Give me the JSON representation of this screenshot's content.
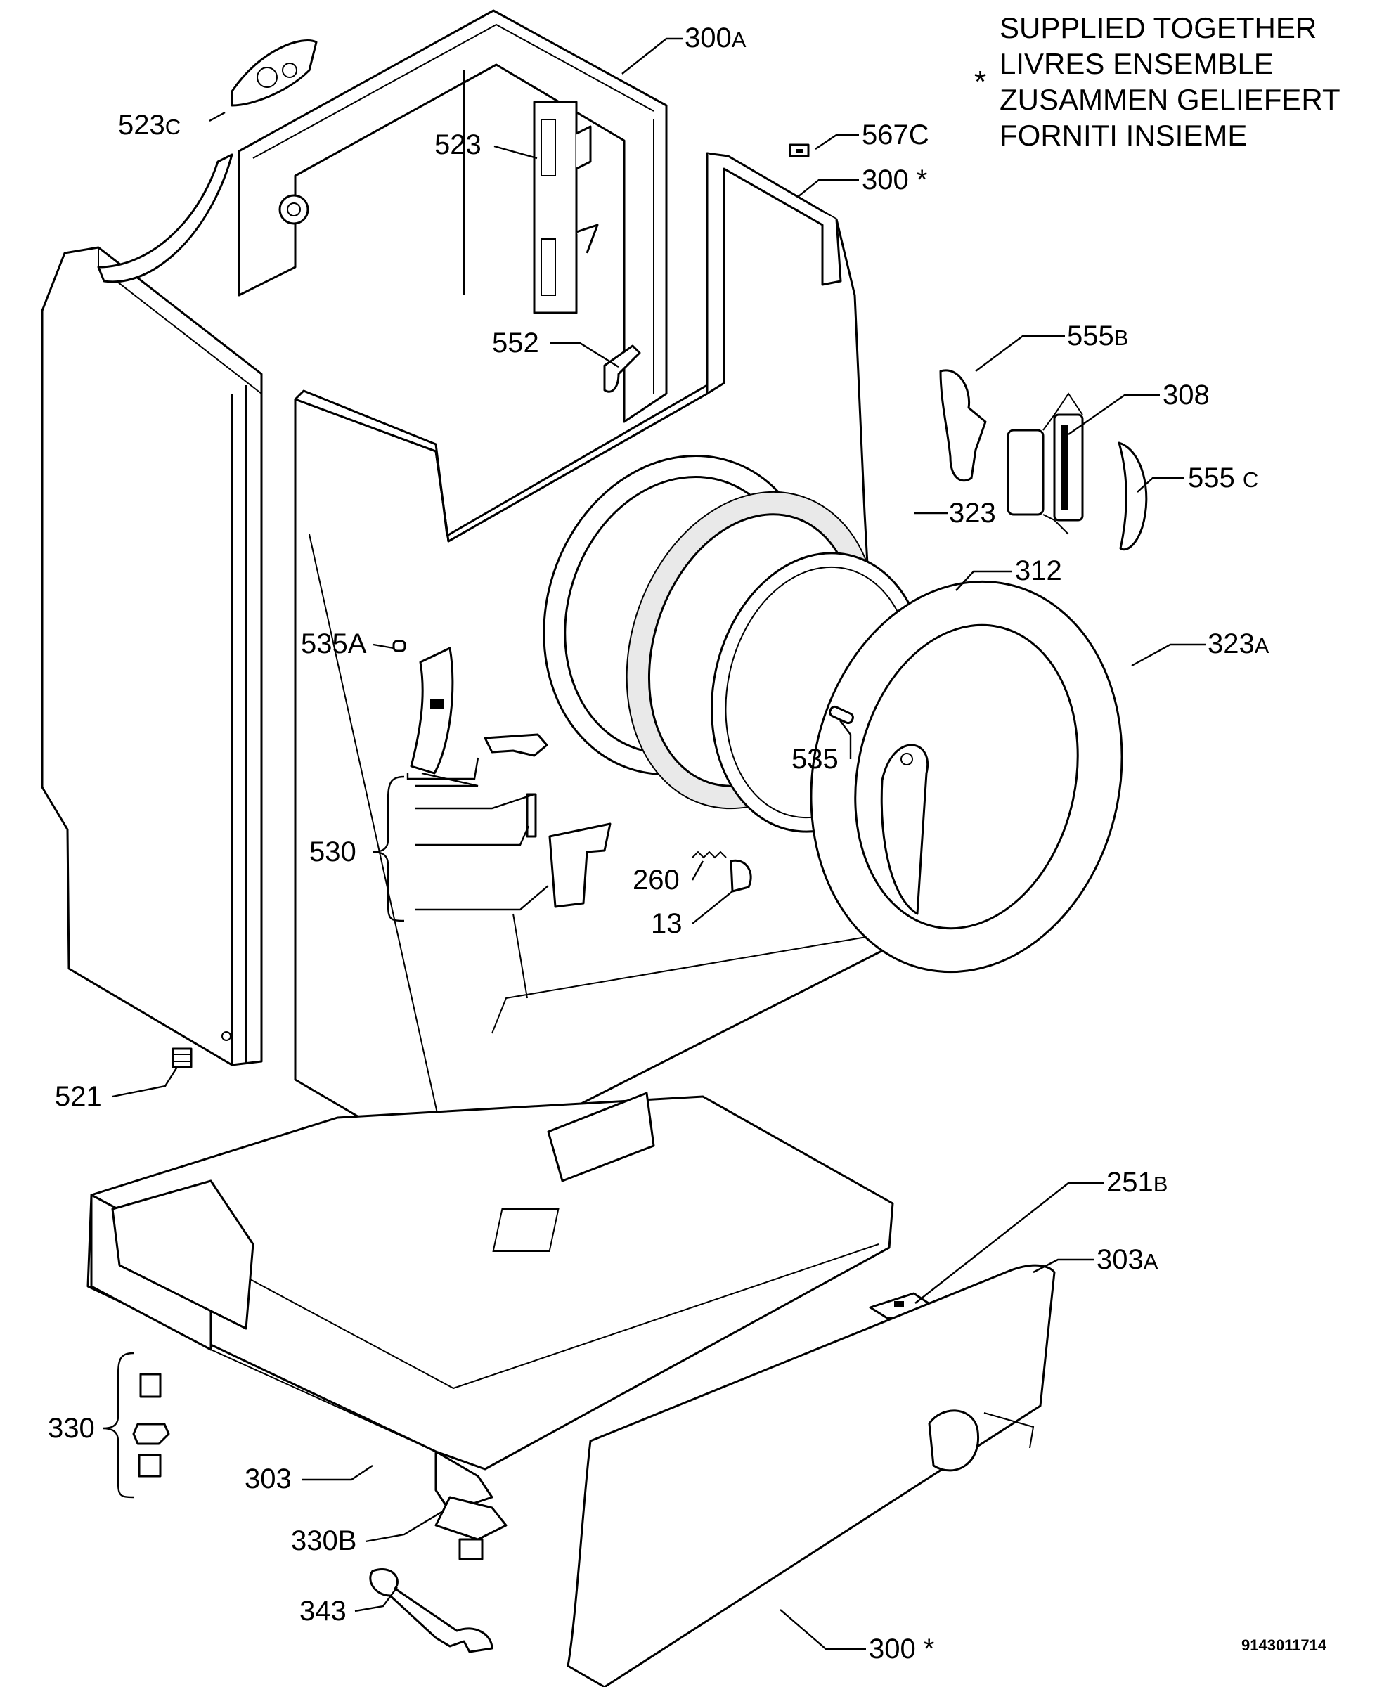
{
  "note": {
    "marker": "*",
    "lines": [
      "SUPPLIED TOGETHER",
      "LIVRES ENSEMBLE",
      "ZUSAMMEN GELIEFERT",
      "FORNITI INSIEME"
    ]
  },
  "callouts": [
    {
      "id": "523c",
      "num": "523",
      "suffix": "C"
    },
    {
      "id": "523",
      "num": "523",
      "suffix": ""
    },
    {
      "id": "300a",
      "num": "300",
      "suffix": "A"
    },
    {
      "id": "567c",
      "num": "567C",
      "suffix": ""
    },
    {
      "id": "300s1",
      "num": "300",
      "suffix": "*"
    },
    {
      "id": "552",
      "num": "552",
      "suffix": ""
    },
    {
      "id": "555b",
      "num": "555",
      "suffix": "B"
    },
    {
      "id": "308",
      "num": "308",
      "suffix": ""
    },
    {
      "id": "555c",
      "num": "555",
      "suffix": "C"
    },
    {
      "id": "323",
      "num": "323",
      "suffix": ""
    },
    {
      "id": "312",
      "num": "312",
      "suffix": ""
    },
    {
      "id": "323a",
      "num": "323",
      "suffix": "A"
    },
    {
      "id": "535a",
      "num": "535A",
      "suffix": ""
    },
    {
      "id": "535",
      "num": "535",
      "suffix": ""
    },
    {
      "id": "530",
      "num": "530",
      "suffix": ""
    },
    {
      "id": "260",
      "num": "260",
      "suffix": ""
    },
    {
      "id": "13",
      "num": "13",
      "suffix": ""
    },
    {
      "id": "521",
      "num": "521",
      "suffix": ""
    },
    {
      "id": "251b",
      "num": "251",
      "suffix": "B"
    },
    {
      "id": "303a",
      "num": "303",
      "suffix": "A"
    },
    {
      "id": "330",
      "num": "330",
      "suffix": ""
    },
    {
      "id": "303",
      "num": "303",
      "suffix": ""
    },
    {
      "id": "330b",
      "num": "330B",
      "suffix": ""
    },
    {
      "id": "343",
      "num": "343",
      "suffix": ""
    },
    {
      "id": "300s2",
      "num": "300",
      "suffix": "*"
    }
  ],
  "document_number": "9143011714"
}
